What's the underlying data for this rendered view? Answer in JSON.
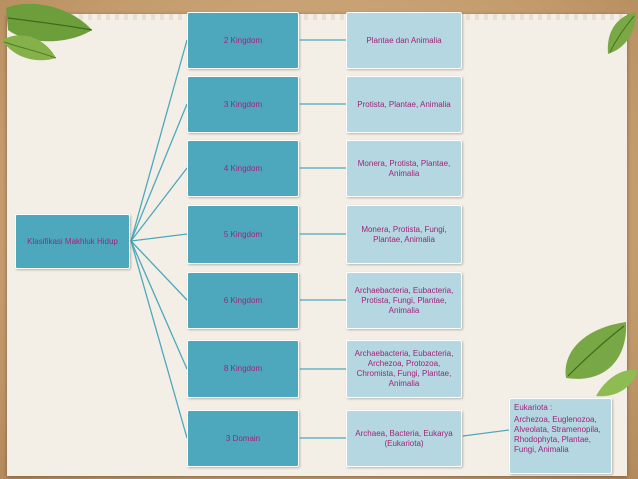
{
  "root": {
    "label": "Klasifikasi Makhluk Hidup"
  },
  "kingdoms": [
    {
      "label": "2 Kingdom"
    },
    {
      "label": "3 Kingdom"
    },
    {
      "label": "4 Kingdom"
    },
    {
      "label": "5 Kingdom"
    },
    {
      "label": "6 Kingdom"
    },
    {
      "label": "8 Kingdom"
    },
    {
      "label": "3 Domain"
    }
  ],
  "groups": [
    {
      "label": "Plantae dan Animalia"
    },
    {
      "label": "Protista, Plantae, Animalia"
    },
    {
      "label": "Monera, Protista, Plantae, Animalia"
    },
    {
      "label": "Monera, Protista, Fungi, Plantae, Animalia"
    },
    {
      "label": "Archaebacteria, Eubacteria, Protista, Fungi, Plantae, Animalia"
    },
    {
      "label": "Archaebacteria, Eubacteria, Archezoa, Protozoa, Chromista, Fungi, Plantae, Animalia"
    },
    {
      "label": "Archaea, Bacteria, Eukarya (Eukariota)"
    }
  ],
  "eukariota": {
    "title": "Eukariota :",
    "text": "Archezoa, Euglenozoa, Alveolata, Stramenopila, Rhodophyta, Plantae, Fungi, Animalia"
  },
  "colors": {
    "box_dark": "#4ea8bd",
    "box_light": "#b4d7e1",
    "text": "#a0247a",
    "connector": "#4ea8bd",
    "background": "#c49c6e",
    "paper": "#f4efe6"
  }
}
